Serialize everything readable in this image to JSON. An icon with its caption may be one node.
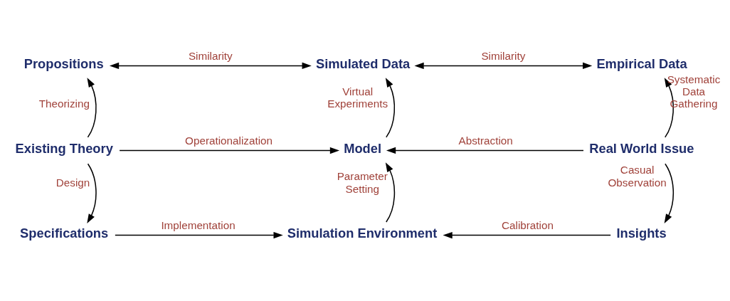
{
  "diagram": {
    "nodes": [
      {
        "text": [
          "Propositions"
        ]
      },
      {
        "text": [
          "Simulated Data"
        ]
      },
      {
        "text": [
          "Empirical Data"
        ]
      },
      {
        "text": [
          "Existing Theory"
        ]
      },
      {
        "text": [
          "Model"
        ]
      },
      {
        "text": [
          "Real World Issue"
        ]
      },
      {
        "text": [
          "Specifications"
        ]
      },
      {
        "text": [
          "Simulation Environment"
        ]
      },
      {
        "text": [
          "Insights"
        ]
      }
    ],
    "edges": [
      {
        "from": 0,
        "to": 1,
        "arrow": "both",
        "label": "Similarity"
      },
      {
        "from": 1,
        "to": 2,
        "arrow": "both",
        "label": "Similarity"
      },
      {
        "from": 3,
        "to": 0,
        "arrow": "to",
        "label": "Theorizing"
      },
      {
        "from": 4,
        "to": 1,
        "arrow": "to",
        "label": "Virtual Experiments"
      },
      {
        "from": 5,
        "to": 2,
        "arrow": "to",
        "label": "Systematic Data Gathering"
      },
      {
        "from": 3,
        "to": 4,
        "arrow": "to",
        "label": "Operationalization"
      },
      {
        "from": 5,
        "to": 4,
        "arrow": "to",
        "label": "Abstraction"
      },
      {
        "from": 3,
        "to": 6,
        "arrow": "to",
        "label": "Design"
      },
      {
        "from": 7,
        "to": 4,
        "arrow": "to",
        "label": "Parameter Setting"
      },
      {
        "from": 5,
        "to": 8,
        "arrow": "to",
        "label": "Casual Observation"
      },
      {
        "from": 6,
        "to": 7,
        "arrow": "to",
        "label": "Implementation"
      },
      {
        "from": 8,
        "to": 7,
        "arrow": "to",
        "label": "Calibration"
      }
    ]
  }
}
